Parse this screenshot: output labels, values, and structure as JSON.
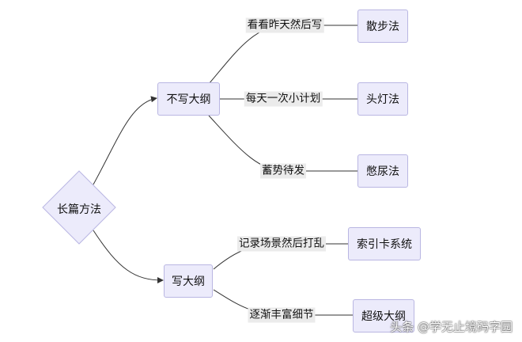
{
  "root": {
    "label": "长篇方法"
  },
  "branches": [
    {
      "label": "不写大纲"
    },
    {
      "label": "写大纲"
    }
  ],
  "edges": [
    {
      "label": "看看昨天然后写"
    },
    {
      "label": "每天一次小计划"
    },
    {
      "label": "蓄势待发"
    },
    {
      "label": "记录场景然后打乱"
    },
    {
      "label": "逐渐丰富细节"
    }
  ],
  "leaves": [
    {
      "label": "散步法"
    },
    {
      "label": "头灯法"
    },
    {
      "label": "憋尿法"
    },
    {
      "label": "索引卡系统"
    },
    {
      "label": "超级大纲"
    }
  ],
  "watermark": "头条 @学无止境码字园",
  "colors": {
    "node_fill": "#ecebfb",
    "node_border": "#b9b6e2",
    "edge_label_bg": "#ebebeb",
    "line": "#333333"
  }
}
